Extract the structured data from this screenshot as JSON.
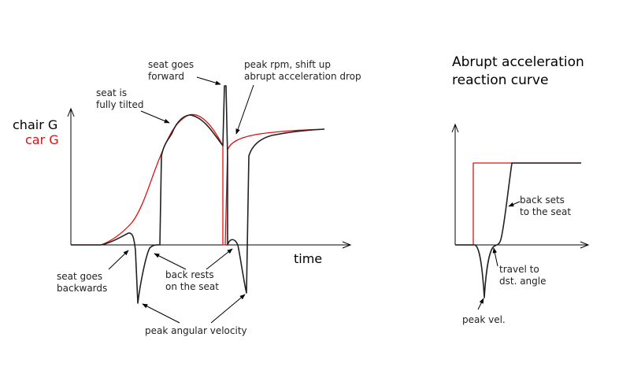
{
  "left_chart": {
    "ylabel_chair": "chair G",
    "ylabel_car": "car G",
    "xlabel": "time",
    "annotations": {
      "seat_fully_tilted": [
        "seat is",
        "fully tilted"
      ],
      "seat_goes_forward": [
        "seat goes",
        "forward"
      ],
      "peak_rpm": [
        "peak rpm, shift up",
        "abrupt acceleration drop"
      ],
      "seat_goes_backwards": [
        "seat goes",
        "backwards"
      ],
      "back_rests": [
        "back rests",
        "on the seat"
      ],
      "peak_angular_velocity": "peak angular velocity"
    }
  },
  "right_chart": {
    "title": [
      "Abrupt acceleration",
      "reaction curve"
    ],
    "annotations": {
      "back_sets": [
        "back sets",
        "to the seat"
      ],
      "travel_to": [
        "travel to",
        "dst. angle"
      ],
      "peak_vel": "peak vel."
    }
  },
  "colors": {
    "chair_curve": "#222222",
    "car_curve": "#e01010"
  }
}
